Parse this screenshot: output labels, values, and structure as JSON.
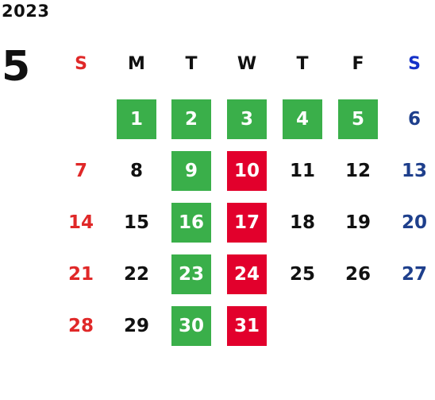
{
  "year": "2023",
  "month": "5",
  "colors": {
    "sunday": "#e02828",
    "saturday": "#1e3f8c",
    "saturday_header": "#1431c8",
    "weekday": "#111111",
    "highlight_green": "#3aaf4a",
    "highlight_red": "#e2002c"
  },
  "weekdays": [
    "S",
    "M",
    "T",
    "W",
    "T",
    "F",
    "S"
  ],
  "weeks": [
    [
      {
        "day": "",
        "mark": ""
      },
      {
        "day": "1",
        "mark": "green"
      },
      {
        "day": "2",
        "mark": "green"
      },
      {
        "day": "3",
        "mark": "green"
      },
      {
        "day": "4",
        "mark": "green"
      },
      {
        "day": "5",
        "mark": "green"
      },
      {
        "day": "6",
        "mark": ""
      }
    ],
    [
      {
        "day": "7",
        "mark": ""
      },
      {
        "day": "8",
        "mark": ""
      },
      {
        "day": "9",
        "mark": "green"
      },
      {
        "day": "10",
        "mark": "red"
      },
      {
        "day": "11",
        "mark": ""
      },
      {
        "day": "12",
        "mark": ""
      },
      {
        "day": "13",
        "mark": ""
      }
    ],
    [
      {
        "day": "14",
        "mark": ""
      },
      {
        "day": "15",
        "mark": ""
      },
      {
        "day": "16",
        "mark": "green"
      },
      {
        "day": "17",
        "mark": "red"
      },
      {
        "day": "18",
        "mark": ""
      },
      {
        "day": "19",
        "mark": ""
      },
      {
        "day": "20",
        "mark": ""
      }
    ],
    [
      {
        "day": "21",
        "mark": ""
      },
      {
        "day": "22",
        "mark": ""
      },
      {
        "day": "23",
        "mark": "green"
      },
      {
        "day": "24",
        "mark": "red"
      },
      {
        "day": "25",
        "mark": ""
      },
      {
        "day": "26",
        "mark": ""
      },
      {
        "day": "27",
        "mark": ""
      }
    ],
    [
      {
        "day": "28",
        "mark": ""
      },
      {
        "day": "29",
        "mark": ""
      },
      {
        "day": "30",
        "mark": "green"
      },
      {
        "day": "31",
        "mark": "red"
      },
      {
        "day": "",
        "mark": ""
      },
      {
        "day": "",
        "mark": ""
      },
      {
        "day": "",
        "mark": ""
      }
    ]
  ]
}
